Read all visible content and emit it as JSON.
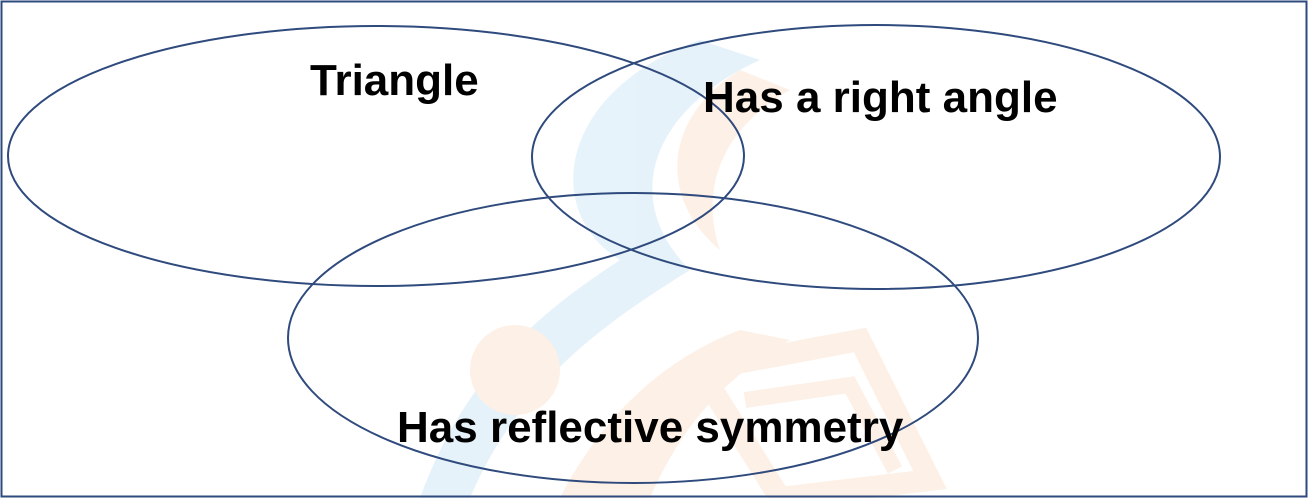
{
  "diagram": {
    "sets": [
      {
        "id": "triangle",
        "label": "Triangle"
      },
      {
        "id": "right-angle",
        "label": "Has a right angle"
      },
      {
        "id": "reflective-symmetry",
        "label": "Has reflective symmetry"
      }
    ],
    "colors": {
      "outline": "#2f4a7d",
      "text": "#000000",
      "background": "#ffffff",
      "watermark_blue": "#3a9bd5",
      "watermark_orange": "#f0873c"
    }
  }
}
